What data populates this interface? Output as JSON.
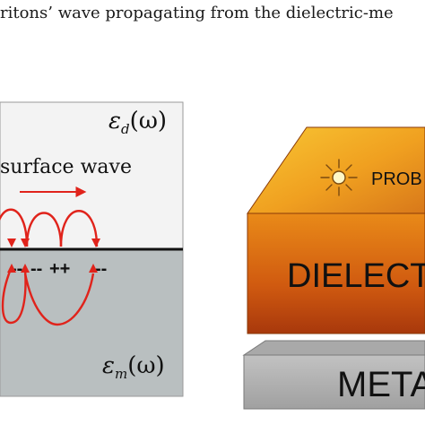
{
  "caption": "ritons’ wave propagating from the dielectric-me",
  "left_panel": {
    "eps_d_symbol": "ε",
    "eps_d_sub": "d",
    "eps_d_arg": "(ω)",
    "eps_m_symbol": "ε",
    "eps_m_sub": "m",
    "eps_m_arg": "(ω)",
    "surface_wave_label": "surface wave",
    "charges": [
      "--",
      "--",
      "++",
      "--"
    ],
    "colors": {
      "dielectric_bg": "#f3f3f3",
      "metal_bg": "#b9bfc0",
      "wave": "#e0231b",
      "interface": "#111111"
    }
  },
  "right_panel": {
    "probe_label": "PROB",
    "dielectric_label": "DIELECT",
    "metal_label": "META",
    "colors": {
      "dielectric_top": "#f5b423",
      "dielectric_front": "#e07a10",
      "dielectric_dark": "#9a3a0a",
      "metal": "#b5b5b5",
      "metal_dark": "#8d8d8d"
    }
  }
}
